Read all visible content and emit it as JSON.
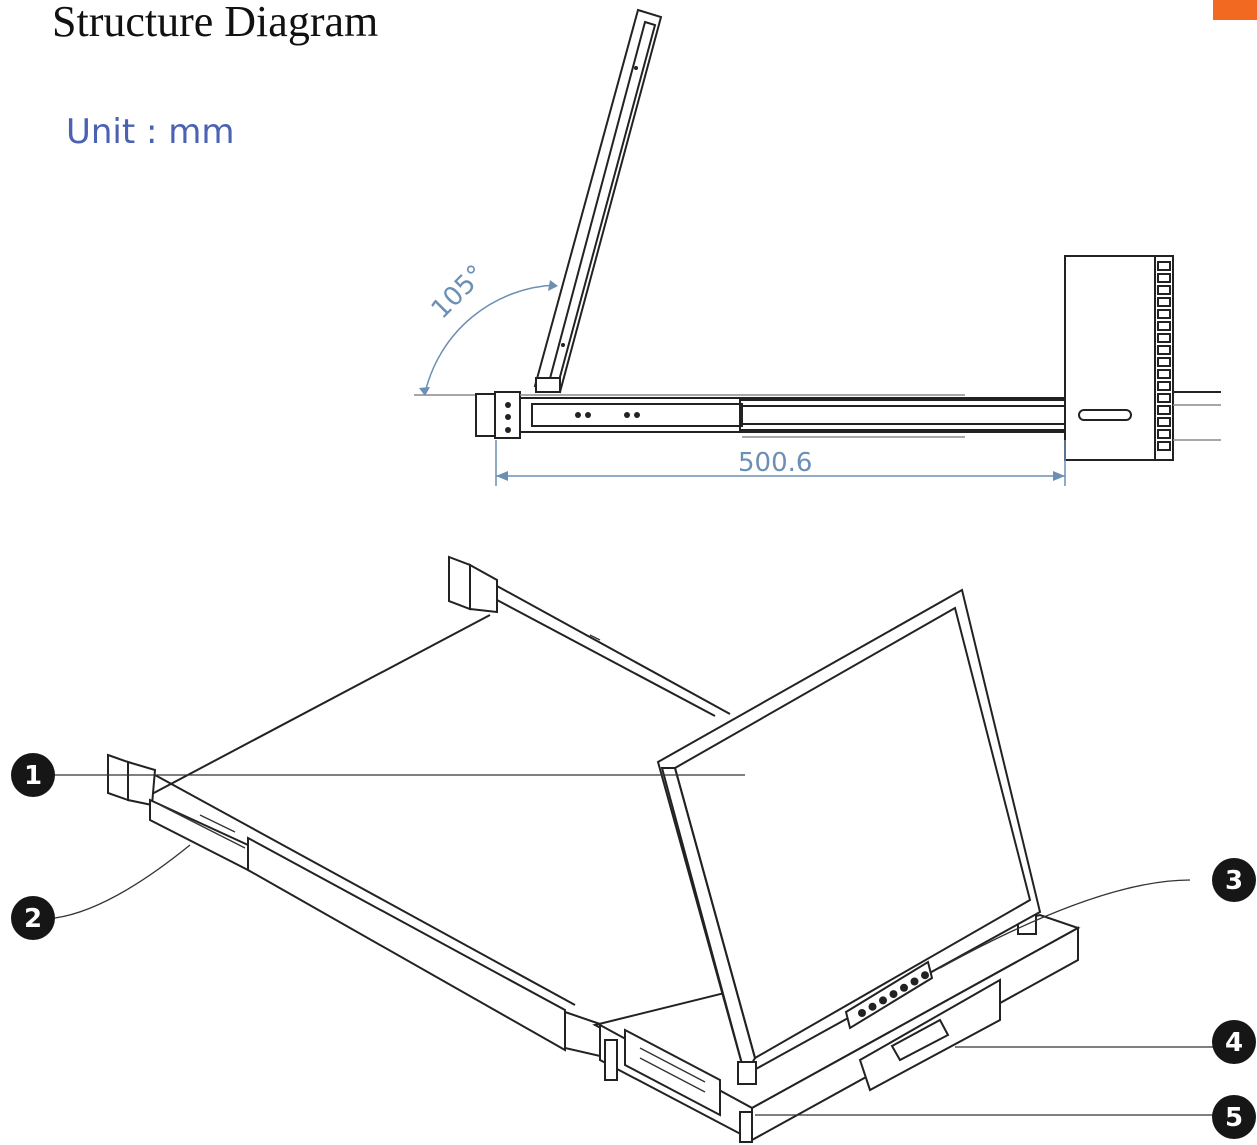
{
  "header": {
    "title": "Structure Diagram",
    "unit": "Unit : mm",
    "accent_color": "#f26a21"
  },
  "side_view": {
    "angle_label": "105°",
    "length_label": "500.6",
    "dimension_color": "#6b8fb5"
  },
  "callouts": [
    {
      "number": "1"
    },
    {
      "number": "2"
    },
    {
      "number": "3"
    },
    {
      "number": "4"
    },
    {
      "number": "5"
    }
  ]
}
